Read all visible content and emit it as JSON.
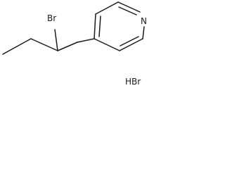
{
  "molecule": {
    "atoms": {
      "bromine": "Br",
      "nitrogen": "N"
    },
    "counterion": "HBr"
  }
}
